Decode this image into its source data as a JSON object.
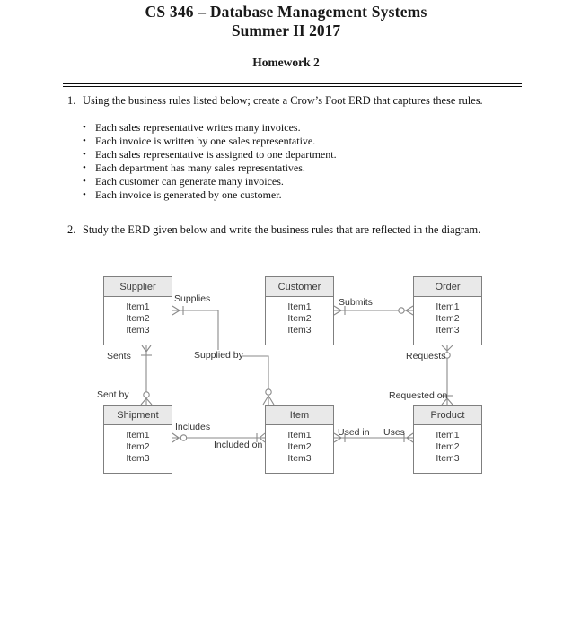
{
  "header": {
    "course_title": "CS 346 – Database Management Systems",
    "term": "Summer II 2017",
    "assignment": "Homework 2"
  },
  "list_marker": "•",
  "questions": [
    {
      "number": "1.",
      "text": "Using the business rules listed below; create a Crow’s Foot ERD that captures these rules.",
      "bullets": [
        "Each sales representative writes many invoices.",
        "Each invoice is written by one sales representative.",
        "Each sales representative is assigned to one department.",
        "Each department has many sales representatives.",
        "Each customer can generate many invoices.",
        "Each invoice is generated by one customer."
      ]
    },
    {
      "number": "2.",
      "text": "Study the ERD given below and write the business rules that are reflected in the diagram."
    }
  ],
  "erd": {
    "entities": [
      {
        "name": "Supplier",
        "items": [
          "Item1",
          "Item2",
          "Item3"
        ]
      },
      {
        "name": "Customer",
        "items": [
          "Item1",
          "Item2",
          "Item3"
        ]
      },
      {
        "name": "Order",
        "items": [
          "Item1",
          "Item2",
          "Item3"
        ]
      },
      {
        "name": "Shipment",
        "items": [
          "Item1",
          "Item2",
          "Item3"
        ]
      },
      {
        "name": "Item",
        "items": [
          "Item1",
          "Item2",
          "Item3"
        ]
      },
      {
        "name": "Product",
        "items": [
          "Item1",
          "Item2",
          "Item3"
        ]
      }
    ],
    "relationships": {
      "supplies": "Supplies",
      "supplied_by": "Supplied by",
      "sents": "Sents",
      "sent_by": "Sent by",
      "submits": "Submits",
      "requests": "Requests",
      "requested_on": "Requested on",
      "includes": "Includes",
      "included_on": "Included on",
      "used_in": "Used in",
      "uses": "Uses"
    },
    "colors": {
      "entity_border": "#7f7f7f",
      "entity_header_fill": "#e9e9e9",
      "connector": "#8a8a8a",
      "text": "#3d3d3d"
    }
  }
}
